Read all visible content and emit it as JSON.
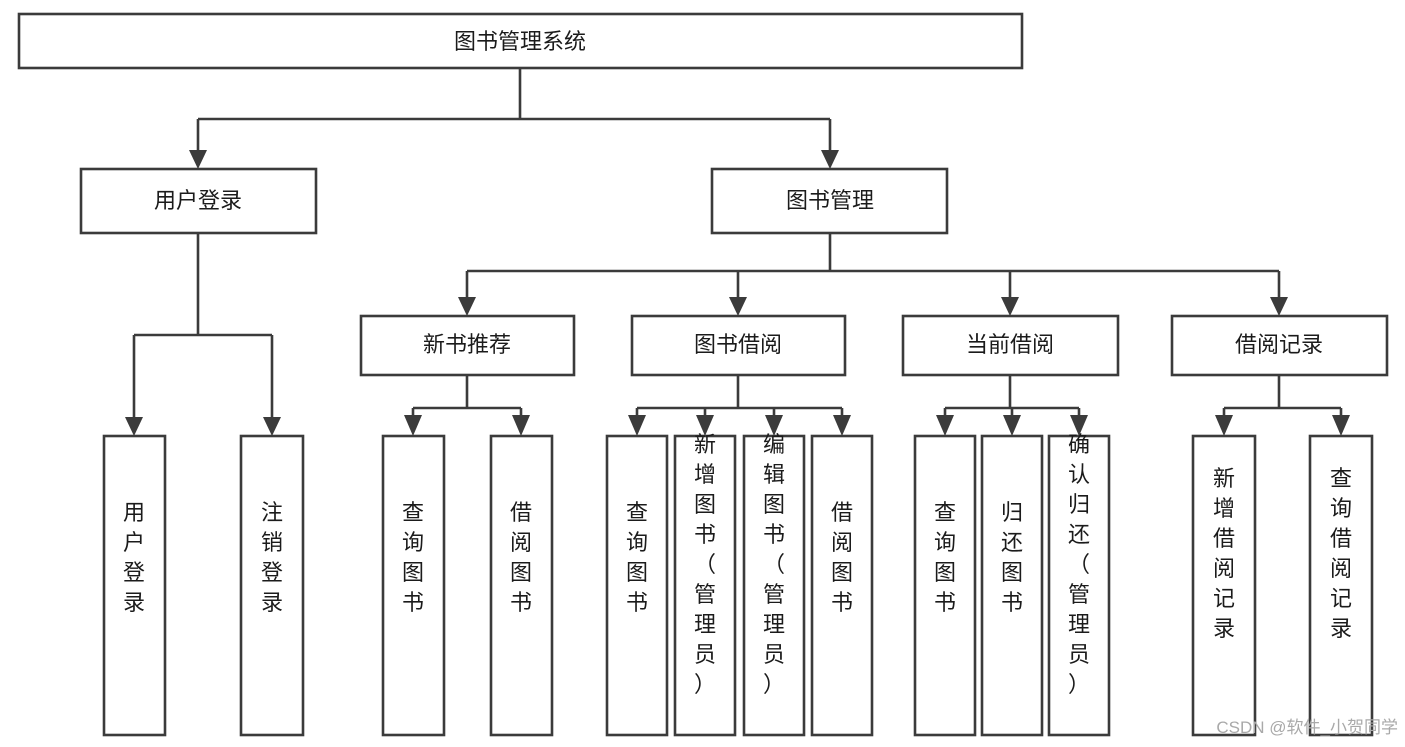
{
  "diagram": {
    "type": "tree-hierarchy",
    "title": "图书管理系统",
    "root": {
      "id": "root",
      "label": "图书管理系统",
      "orientation": "horizontal"
    },
    "levels": [
      {
        "level": 2,
        "nodes": [
          {
            "id": "user-login",
            "label": "用户登录",
            "orientation": "horizontal"
          },
          {
            "id": "book-manage",
            "label": "图书管理",
            "orientation": "horizontal"
          }
        ]
      },
      {
        "level": 3,
        "nodes": [
          {
            "id": "new-book-rec",
            "label": "新书推荐",
            "orientation": "horizontal",
            "parent": "book-manage"
          },
          {
            "id": "book-borrow",
            "label": "图书借阅",
            "orientation": "horizontal",
            "parent": "book-manage"
          },
          {
            "id": "current-borrow",
            "label": "当前借阅",
            "orientation": "horizontal",
            "parent": "book-manage"
          },
          {
            "id": "borrow-record",
            "label": "借阅记录",
            "orientation": "horizontal",
            "parent": "book-manage"
          }
        ]
      },
      {
        "level": 4,
        "nodes": [
          {
            "id": "leaf-user-login",
            "label": "用户登录",
            "orientation": "vertical",
            "parent": "user-login"
          },
          {
            "id": "leaf-user-logout",
            "label": "注销登录",
            "orientation": "vertical",
            "parent": "user-login"
          },
          {
            "id": "leaf-query-book-1",
            "label": "查询图书",
            "orientation": "vertical",
            "parent": "new-book-rec"
          },
          {
            "id": "leaf-borrow-book-1",
            "label": "借阅图书",
            "orientation": "vertical",
            "parent": "new-book-rec"
          },
          {
            "id": "leaf-query-book-2",
            "label": "查询图书",
            "orientation": "vertical",
            "parent": "book-borrow"
          },
          {
            "id": "leaf-add-book",
            "label": "新增图书（管理员）",
            "orientation": "vertical",
            "parent": "book-borrow"
          },
          {
            "id": "leaf-edit-book",
            "label": "编辑图书（管理员）",
            "orientation": "vertical",
            "parent": "book-borrow"
          },
          {
            "id": "leaf-borrow-book-2",
            "label": "借阅图书",
            "orientation": "vertical",
            "parent": "book-borrow"
          },
          {
            "id": "leaf-query-book-3",
            "label": "查询图书",
            "orientation": "vertical",
            "parent": "current-borrow"
          },
          {
            "id": "leaf-return-book",
            "label": "归还图书",
            "orientation": "vertical",
            "parent": "current-borrow"
          },
          {
            "id": "leaf-confirm-return",
            "label": "确认归还（管理员）",
            "orientation": "vertical",
            "parent": "current-borrow"
          },
          {
            "id": "leaf-add-record",
            "label": "新增借阅记录",
            "orientation": "vertical",
            "parent": "borrow-record"
          },
          {
            "id": "leaf-query-record",
            "label": "查询借阅记录",
            "orientation": "vertical",
            "parent": "borrow-record"
          }
        ]
      }
    ],
    "colors": {
      "box_stroke": "#3b3b3b",
      "box_fill": "#ffffff",
      "text": "#1b1b1b",
      "background": "#ffffff",
      "watermark": "#a9a9a9"
    }
  },
  "watermark": {
    "text": "CSDN @软件_小贺同学"
  }
}
